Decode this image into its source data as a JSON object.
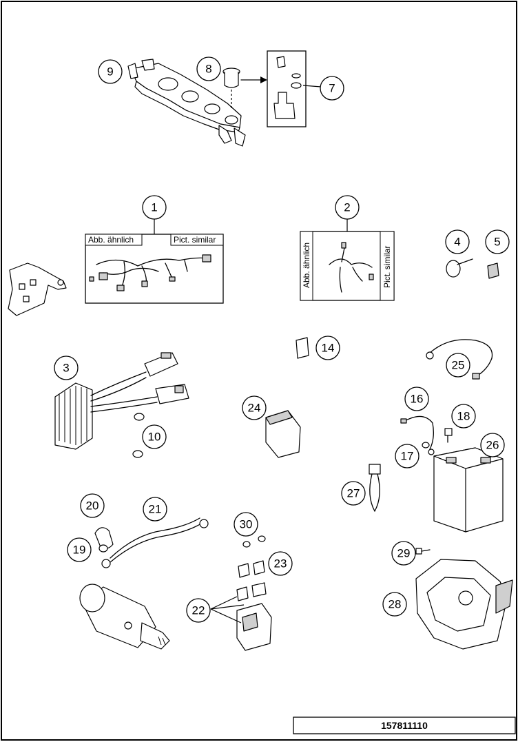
{
  "callouts": {
    "n1": "1",
    "n2": "2",
    "n3": "3",
    "n4": "4",
    "n5": "5",
    "n7": "7",
    "n8": "8",
    "n9": "9",
    "n10": "10",
    "n14": "14",
    "n16": "16",
    "n17": "17",
    "n18": "18",
    "n19": "19",
    "n20": "20",
    "n21": "21",
    "n22": "22",
    "n23": "23",
    "n24": "24",
    "n25": "25",
    "n26": "26",
    "n27": "27",
    "n28": "28",
    "n29": "29",
    "n30": "30"
  },
  "notes": {
    "similar_de": "Abb. ähnlich",
    "similar_en": "Pict. similar"
  },
  "part_number": "157811110"
}
